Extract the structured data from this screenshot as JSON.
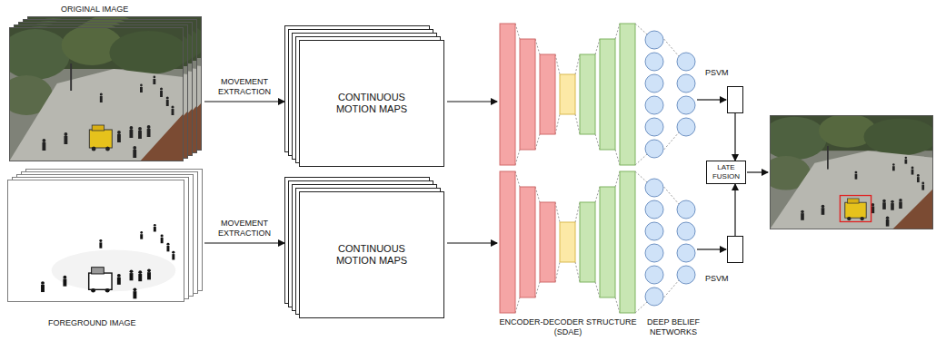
{
  "diagram": {
    "nodes": [
      {
        "text": [
          "ORIGINAL IMAGE"
        ]
      },
      {
        "text": [
          "CONTINUOUS MOTION MAPS"
        ]
      },
      {
        "text": [
          "FOREGROUND IMAGE"
        ]
      },
      {
        "text": [
          "CONTINUOUS MOTION MAPS"
        ]
      },
      {
        "text": [
          "PSVM"
        ]
      },
      {
        "text": [
          "LATE FUSION"
        ]
      },
      {
        "text": [
          "PSVM"
        ]
      }
    ],
    "edges": [
      {
        "from": 0,
        "to": 1,
        "label": "MOVEMENT EXTRACTION",
        "arrow": "to"
      },
      {
        "from": 2,
        "to": 3,
        "label": "MOVEMENT EXTRACTION",
        "arrow": "to"
      },
      {
        "from": 4,
        "to": 5,
        "arrow": "to"
      },
      {
        "from": 6,
        "to": 5,
        "arrow": "to"
      }
    ],
    "labels": [
      "ENCODER-DECODER STRUCTURE (SDAE)",
      "DEEP BELIEF NETWORKS"
    ]
  }
}
